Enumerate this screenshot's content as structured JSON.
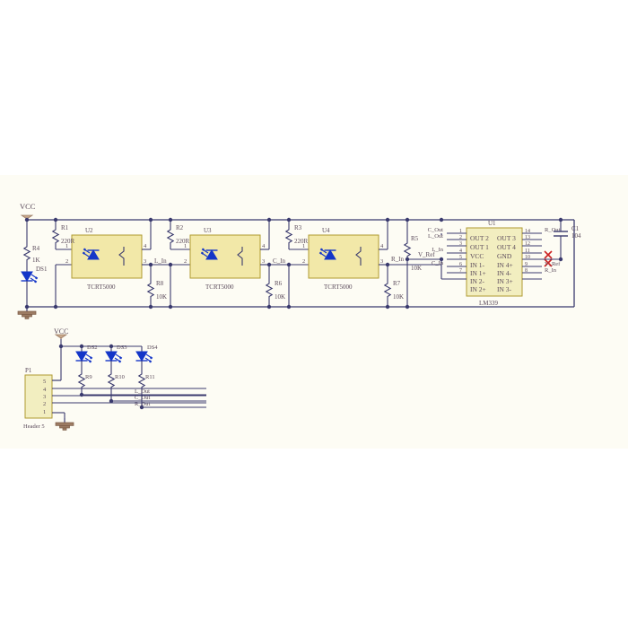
{
  "document": {
    "type": "electronic-schematic",
    "title": "3-Channel TCRT5000 IR Line Sensor with LM339 Comparator",
    "background": "#ffffff",
    "sheet_background": "#fdfcf4",
    "wire_color": "#3a3a6e",
    "ic_body_fill": "#f2eec0",
    "sensor_body_fill": "#f2e8a8",
    "led_color": "#1436c8",
    "label_color": "#5a4a5a",
    "error_mark_color": "#cc2222"
  },
  "power": {
    "vcc_top_label": "VCC",
    "vcc_bottom_label": "VCC"
  },
  "indicator_branch": {
    "resistor": {
      "ref": "R4",
      "value": "1K"
    },
    "led": {
      "ref": "DS1"
    }
  },
  "sensor_channels": [
    {
      "bias_resistor": {
        "ref": "R1",
        "value": "220R"
      },
      "sensor": {
        "ref": "U2",
        "part": "TCRT5000"
      },
      "pins": [
        "1",
        "2",
        "4",
        "3"
      ],
      "output_net": "L_In",
      "pulldown": {
        "ref": "R8",
        "value": "10K"
      }
    },
    {
      "bias_resistor": {
        "ref": "R2",
        "value": "220R"
      },
      "sensor": {
        "ref": "U3",
        "part": "TCRT5000"
      },
      "pins": [
        "1",
        "2",
        "4",
        "3"
      ],
      "output_net": "C_In",
      "pulldown": {
        "ref": "R6",
        "value": "10K"
      }
    },
    {
      "bias_resistor": {
        "ref": "R3",
        "value": "220R"
      },
      "sensor": {
        "ref": "U4",
        "part": "TCRT5000"
      },
      "pins": [
        "1",
        "2",
        "4",
        "3"
      ],
      "output_net": "R_In",
      "pulldown": {
        "ref": "R7",
        "value": "10K"
      }
    }
  ],
  "reference_divider": {
    "resistor": {
      "ref": "R5",
      "value": "10K"
    },
    "net": "V_Ref"
  },
  "comparator": {
    "ref": "U1",
    "part": "LM339",
    "left_pins": [
      {
        "number": "1",
        "name": "OUT 2",
        "net": "C_Out"
      },
      {
        "number": "2",
        "name": "OUT 1",
        "net": "L_Out"
      },
      {
        "number": "3",
        "name": "VCC",
        "net": ""
      },
      {
        "number": "4",
        "name": "IN 1-",
        "net": "L_In"
      },
      {
        "number": "5",
        "name": "IN 1+",
        "net": ""
      },
      {
        "number": "6",
        "name": "IN 2-",
        "net": "C_In"
      },
      {
        "number": "7",
        "name": "IN 2+",
        "net": ""
      }
    ],
    "right_pins": [
      {
        "number": "14",
        "name": "OUT 3",
        "net": "R_Out"
      },
      {
        "number": "13",
        "name": "OUT 4",
        "net": ""
      },
      {
        "number": "12",
        "name": "GND",
        "net": ""
      },
      {
        "number": "11",
        "name": "IN 4+",
        "net": ""
      },
      {
        "number": "10",
        "name": "IN 4-",
        "net": ""
      },
      {
        "number": "9",
        "name": "IN 3+",
        "net": "V_Ref"
      },
      {
        "number": "8",
        "name": "IN 3-",
        "net": "R_In"
      }
    ]
  },
  "capacitor": {
    "ref": "C1",
    "value": "104"
  },
  "indicator_stage": {
    "leds": [
      {
        "ref": "DS2",
        "resistor": {
          "ref": "R9"
        }
      },
      {
        "ref": "DS3",
        "resistor": {
          "ref": "R10"
        }
      },
      {
        "ref": "DS4",
        "resistor": {
          "ref": "R11"
        }
      }
    ],
    "nets": [
      "L_Out",
      "C_Out",
      "R_Out"
    ]
  },
  "header": {
    "ref": "P1",
    "part": "Header 5",
    "pins": [
      "5",
      "4",
      "3",
      "2",
      "1"
    ]
  }
}
